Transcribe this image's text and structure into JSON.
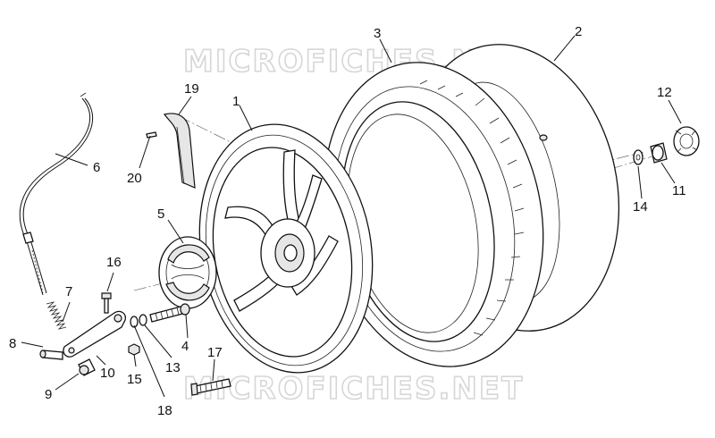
{
  "watermark": {
    "text": "MICROFICHES.NET"
  },
  "callouts": [
    {
      "id": "c1",
      "label": "1"
    },
    {
      "id": "c2",
      "label": "2"
    },
    {
      "id": "c3",
      "label": "3"
    },
    {
      "id": "c4",
      "label": "4"
    },
    {
      "id": "c5",
      "label": "5"
    },
    {
      "id": "c6",
      "label": "6"
    },
    {
      "id": "c7",
      "label": "7"
    },
    {
      "id": "c8",
      "label": "8"
    },
    {
      "id": "c9",
      "label": "9"
    },
    {
      "id": "c10",
      "label": "10"
    },
    {
      "id": "c11",
      "label": "11"
    },
    {
      "id": "c12",
      "label": "12"
    },
    {
      "id": "c13",
      "label": "13"
    },
    {
      "id": "c14",
      "label": "14"
    },
    {
      "id": "c15",
      "label": "15"
    },
    {
      "id": "c16",
      "label": "16"
    },
    {
      "id": "c17",
      "label": "17"
    },
    {
      "id": "c18",
      "label": "18"
    },
    {
      "id": "c19",
      "label": "19"
    },
    {
      "id": "c20",
      "label": "20"
    }
  ]
}
